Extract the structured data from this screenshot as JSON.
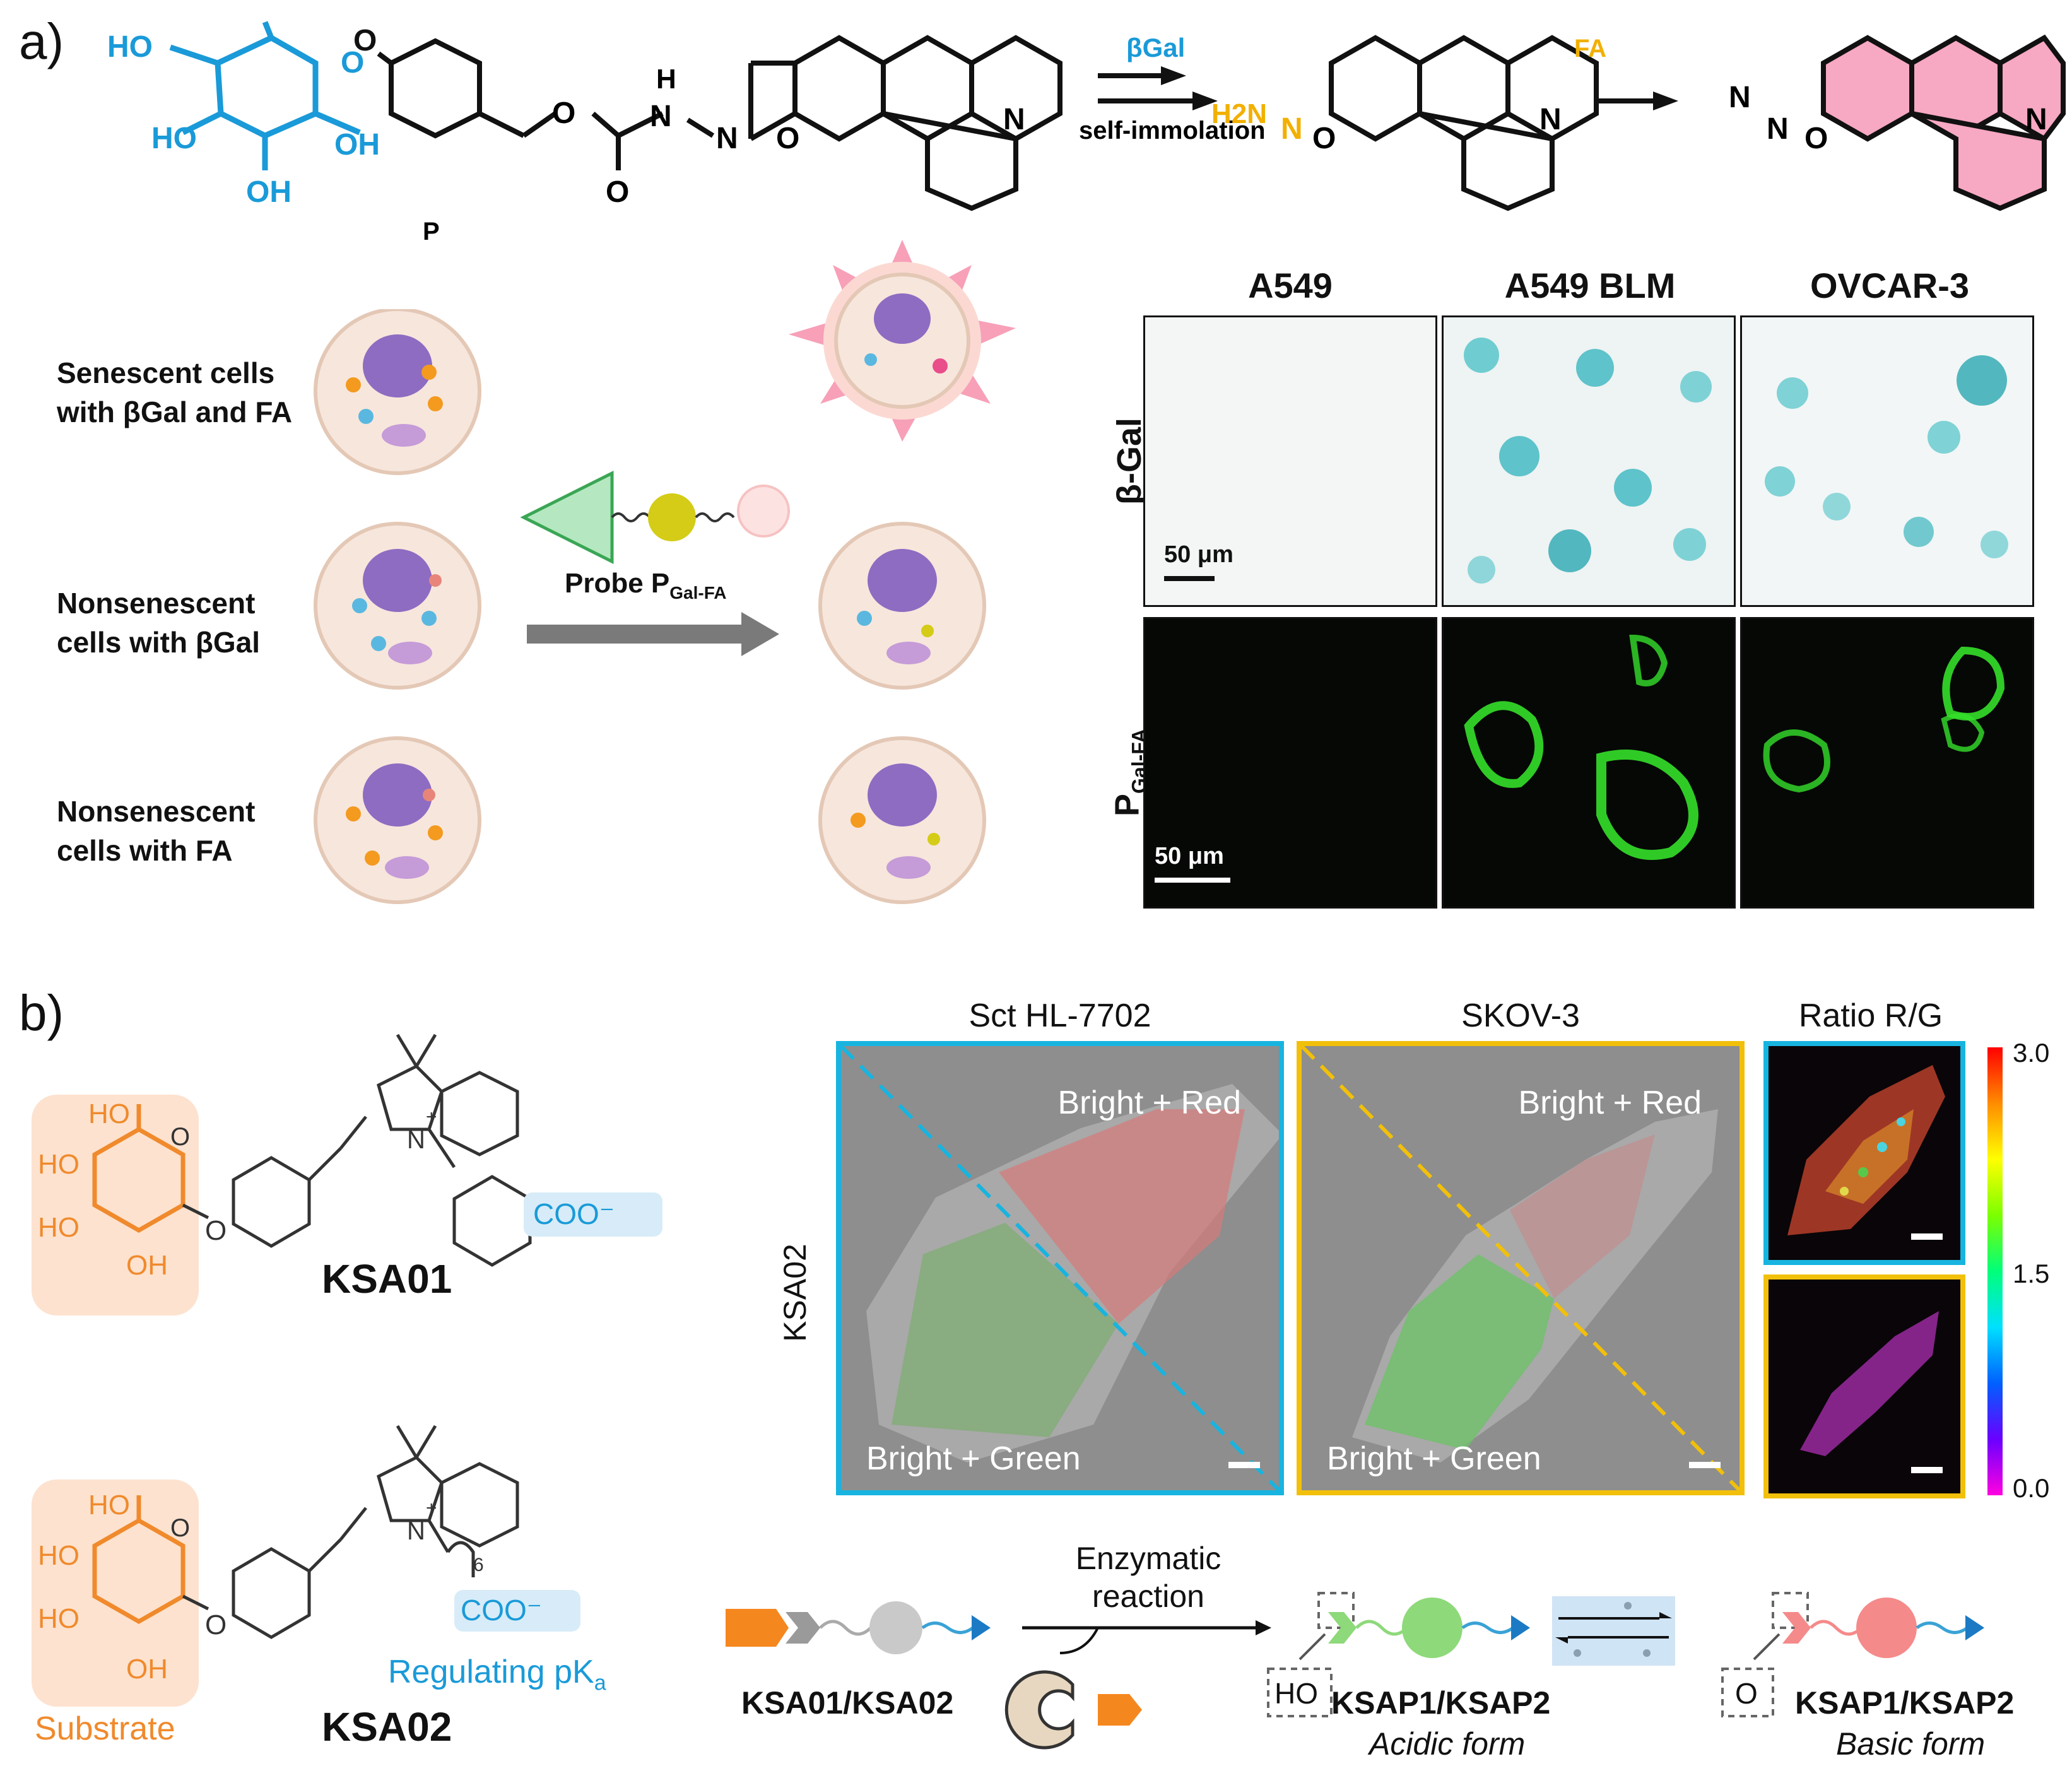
{
  "panel_a": {
    "label": "a)",
    "reaction": {
      "enzyme": "βGal",
      "step": "self-immolation",
      "trigger": "FA",
      "probe_label_fragment": "P",
      "atoms": {
        "HO": "HO",
        "OH": "OH",
        "O": "O",
        "N": "N",
        "H": "H",
        "H2N": "H2N"
      }
    },
    "cell_states": [
      "Senescent cells with βGal and FA",
      "Nonsenescent cells with βGal",
      "Nonsenescent cells with FA"
    ],
    "probe": {
      "name": "Probe P",
      "subscript": "Gal-FA"
    },
    "columns": [
      "A549",
      "A549 BLM",
      "OVCAR-3"
    ],
    "rows": [
      {
        "label": "β-Gal"
      },
      {
        "label": "P",
        "subscript": "Gal-FA"
      }
    ],
    "scalebar": "50 μm",
    "colors": {
      "probe_fluor": "#e94d8a",
      "galactose": "#1a9ad8",
      "hydrazine": "#f2b000",
      "stain": "#2bb3b3",
      "fluorescence": "#35e02a"
    }
  },
  "panel_b": {
    "label": "b)",
    "compounds": [
      {
        "name": "KSA01",
        "group": "COO⁻"
      },
      {
        "name": "KSA02",
        "group": "COO⁻",
        "chain_index": "6",
        "note": "Regulating pK",
        "note_sub": "a"
      }
    ],
    "substrate_label": "Substrate",
    "atoms": {
      "HO": "HO",
      "OH": "OH",
      "O": "O",
      "N": "N",
      "plus": "+"
    },
    "image_row_label": "KSA02",
    "images": [
      {
        "title": "Sct HL-7702",
        "top": "Bright + Red",
        "bottom": "Bright + Green",
        "frame": "#18b4e0"
      },
      {
        "title": "SKOV-3",
        "top": "Bright + Red",
        "bottom": "Bright + Green",
        "frame": "#f2c00a"
      }
    ],
    "ratio": {
      "title": "Ratio R/G",
      "ticks": [
        "3.0",
        "1.5",
        "0.0"
      ]
    },
    "scheme": {
      "start": "KSA01/KSA02",
      "arrow_label_1": "Enzymatic",
      "arrow_label_2": "reaction",
      "acid_group": "HO",
      "base_group": "O",
      "product_acid": "KSAP1/KSAP2",
      "acid_form": "Acidic form",
      "product_base": "KSAP1/KSAP2",
      "base_form": "Basic form"
    },
    "colors": {
      "substrate": "#f08a2c",
      "substrate_bg": "#fde2cf",
      "carboxylate": "#1a9ad8",
      "green": "#8ed97a",
      "red": "#f58a8a"
    }
  }
}
